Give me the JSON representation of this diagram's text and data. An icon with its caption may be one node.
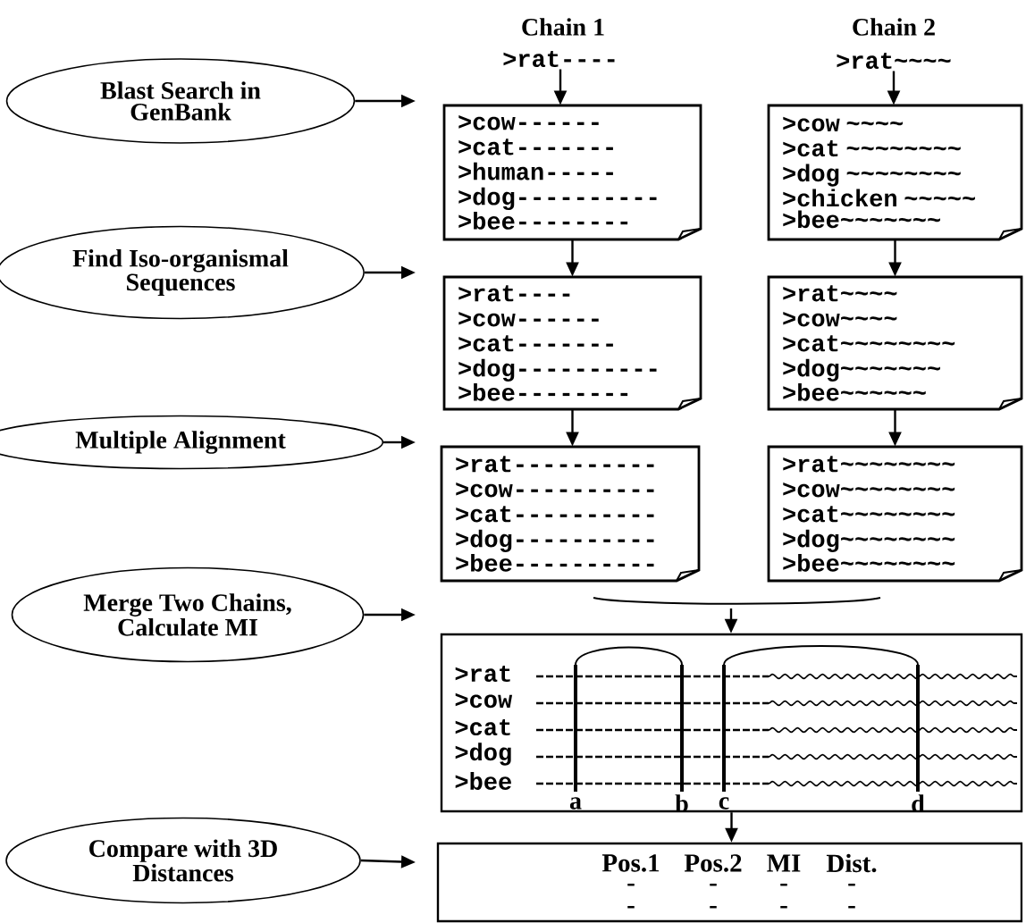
{
  "diagram": {
    "nodes": [
      {
        "text": [
          "Blast Search in GenBank"
        ]
      },
      {
        "text": [
          "Find Iso-organismal Sequences"
        ]
      },
      {
        "text": [
          "Multiple Alignment"
        ]
      },
      {
        "text": [
          "Merge Two Chains, Calculate MI"
        ]
      },
      {
        "text": [
          "Compare with 3D Distances"
        ]
      },
      {
        "text": [
          ">rat----"
        ]
      },
      {
        "text": [
          ">rat~~~~"
        ]
      },
      {
        "text": [
          ">cow------",
          ">cat-------",
          ">human-----",
          ">dog----------",
          ">bee--------"
        ]
      },
      {
        "text": [
          ">cow ~~~~",
          ">cat ~~~~~~~~",
          ">dog ~~~~~~~~",
          ">chicken ~~~~~",
          ">bee~~~~~~~"
        ]
      },
      {
        "text": [
          ">rat----",
          ">cow------",
          ">cat-------",
          ">dog----------",
          ">bee--------"
        ]
      },
      {
        "text": [
          ">rat~~~~",
          ">cow~~~~",
          ">cat~~~~~~~~",
          ">dog~~~~~~~",
          ">bee~~~~~~"
        ]
      },
      {
        "text": [
          ">rat----------",
          ">cow----------",
          ">cat----------",
          ">dog----------",
          ">bee----------"
        ]
      },
      {
        "text": [
          ">rat~~~~~~~~",
          ">cow~~~~~~~~",
          ">cat~~~~~~~~",
          ">dog~~~~~~~~",
          ">bee~~~~~~~~"
        ]
      },
      {
        "text": [
          ">rat",
          ">cow",
          ">cat",
          ">dog",
          ">bee",
          "a",
          "b",
          "c",
          "d"
        ]
      },
      {
        "text": [
          "Pos.1",
          "Pos.2",
          "MI",
          "Dist.",
          "-",
          "-",
          "-",
          "-",
          "-",
          "-",
          "-",
          "-"
        ]
      }
    ],
    "edges": [
      {
        "from": 0,
        "to": null,
        "arrow": "to"
      },
      {
        "from": 1,
        "to": null,
        "arrow": "to"
      },
      {
        "from": 2,
        "to": null,
        "arrow": "to"
      },
      {
        "from": 3,
        "to": null,
        "arrow": "to"
      },
      {
        "from": 4,
        "to": null,
        "arrow": "to"
      },
      {
        "from": 5,
        "to": 7,
        "arrow": "to"
      },
      {
        "from": 6,
        "to": 8,
        "arrow": "to"
      },
      {
        "from": 7,
        "to": 9,
        "arrow": "to"
      },
      {
        "from": 8,
        "to": 10,
        "arrow": "to"
      },
      {
        "from": 9,
        "to": 11,
        "arrow": "to"
      },
      {
        "from": 10,
        "to": 12,
        "arrow": "to"
      },
      {
        "from": null,
        "to": 13,
        "arrow": "to"
      },
      {
        "from": 13,
        "to": 14,
        "arrow": "to"
      }
    ],
    "labels": [
      "Chain 1",
      "Chain 2"
    ]
  }
}
